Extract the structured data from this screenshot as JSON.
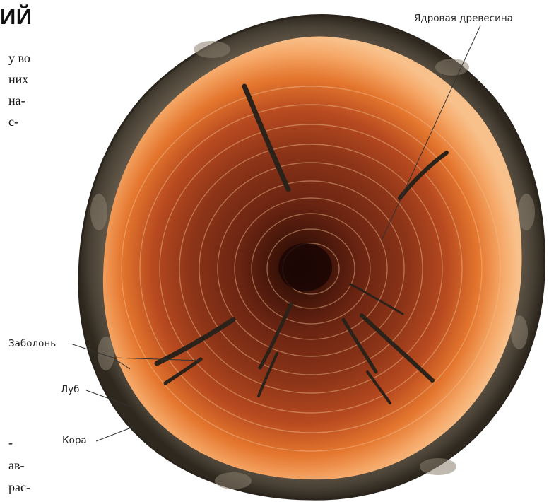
{
  "heading": "ИЙ",
  "text_fragments": [
    {
      "id": "frag-1",
      "text": "у во"
    },
    {
      "id": "frag-2",
      "text": "них"
    },
    {
      "id": "frag-3",
      "text": "на-"
    },
    {
      "id": "frag-4",
      "text": "с-"
    },
    {
      "id": "frag-5",
      "text": "-"
    },
    {
      "id": "frag-6",
      "text": "ав-"
    },
    {
      "id": "frag-7",
      "text": "рас-"
    }
  ],
  "labels": {
    "heartwood": "Ядровая древесина",
    "sapwood": "Заболонь",
    "phloem": "Луб",
    "bark": "Кора"
  },
  "colors": {
    "bark": "#4a4236",
    "bark_light": "#8a8070",
    "sapwood": "#f4a064",
    "heartwood": "#7a2a14",
    "core": "#2e0f08"
  }
}
